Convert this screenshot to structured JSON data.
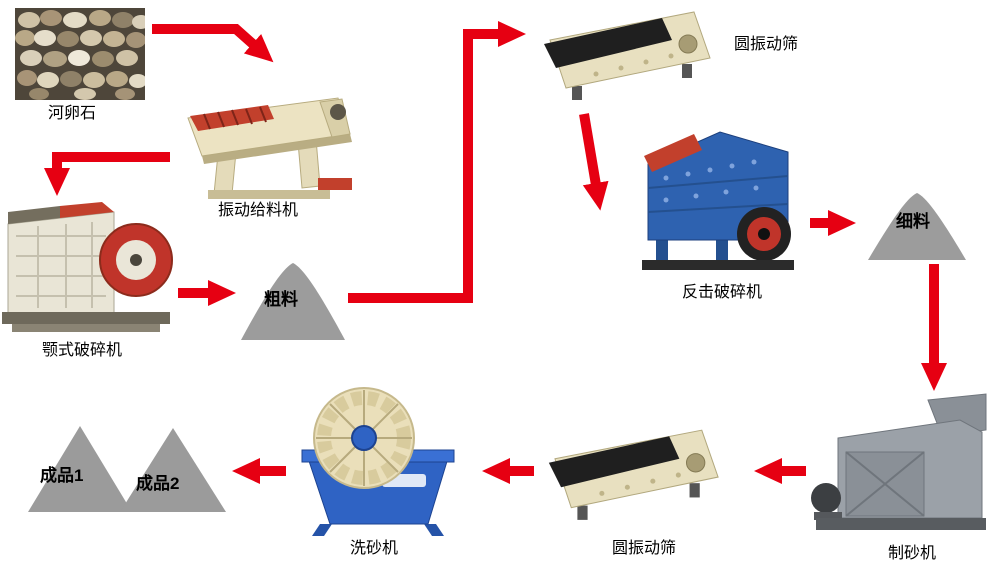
{
  "palette": {
    "arrow_red": "#e60012",
    "pile_gray": "#9b9b9b",
    "machine_cream": "#ece3c2",
    "machine_blue": "#2e62b0",
    "washer_blue": "#2f63c4",
    "machine_gray": "#9ba1a8",
    "label_color": "#000000",
    "background": "#ffffff"
  },
  "nodes": {
    "pebbles": {
      "label": "河卵石",
      "kind": "raw-material-photo"
    },
    "feeder": {
      "label": "振动给料机",
      "kind": "machine"
    },
    "jaw_crusher": {
      "label": "颚式破碎机",
      "kind": "machine"
    },
    "coarse_pile": {
      "label": "粗料",
      "kind": "material-pile"
    },
    "screen_top": {
      "label": "圆振动筛",
      "kind": "machine"
    },
    "impact_crusher": {
      "label": "反击破碎机",
      "kind": "machine"
    },
    "fine_pile": {
      "label": "细料",
      "kind": "material-pile"
    },
    "sand_maker": {
      "label": "制砂机",
      "kind": "machine"
    },
    "screen_bottom": {
      "label": "圆振动筛",
      "kind": "machine"
    },
    "sand_washer": {
      "label": "洗砂机",
      "kind": "machine"
    },
    "product_1": {
      "label": "成品1",
      "kind": "product-pile"
    },
    "product_2": {
      "label": "成品2",
      "kind": "product-pile"
    }
  }
}
